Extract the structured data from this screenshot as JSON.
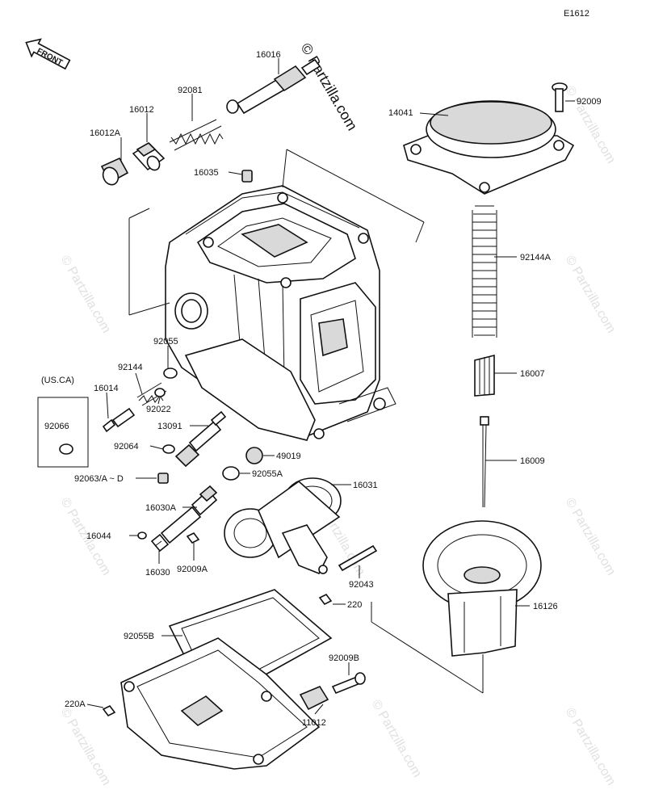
{
  "diagram_code": "E1612",
  "front_marker": "FRONT",
  "watermark": "© Partzilla.com",
  "region_note": "(US.CA)",
  "labels": {
    "p16016": "16016",
    "p92081": "92081",
    "p16012": "16012",
    "p16012A": "16012A",
    "p16035": "16035",
    "p14041": "14041",
    "p92009": "92009",
    "p92144A": "92144A",
    "p16007": "16007",
    "p92055": "92055",
    "p92144": "92144",
    "p16014": "16014",
    "p92022": "92022",
    "p92066": "92066",
    "p13091": "13091",
    "p92064": "92064",
    "p49019": "49019",
    "p16009": "16009",
    "p92055A": "92055A",
    "p92063": "92063/A ~ D",
    "p16031": "16031",
    "p16030A": "16030A",
    "p16044": "16044",
    "p16030": "16030",
    "p92009A": "92009A",
    "p92043": "92043",
    "p220": "220",
    "p16126": "16126",
    "p92055B": "92055B",
    "p92009B": "92009B",
    "p220A": "220A",
    "p11012": "11012"
  }
}
